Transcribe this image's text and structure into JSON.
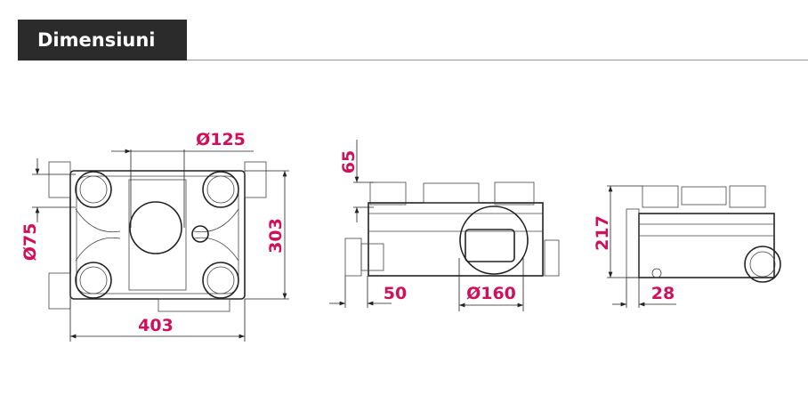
{
  "header": {
    "title": "Dimensiuni"
  },
  "colors": {
    "accent": "#d0105a",
    "header_bg": "#2b2b2b",
    "line": "#222222"
  },
  "dimensions": {
    "top_duct_diameter": "Ø125",
    "side_port_diameter": "Ø75",
    "depth": "303",
    "width": "403",
    "port_height": "65",
    "side_offset": "50",
    "main_duct_diameter": "Ø160",
    "height": "217",
    "end_offset": "28"
  }
}
